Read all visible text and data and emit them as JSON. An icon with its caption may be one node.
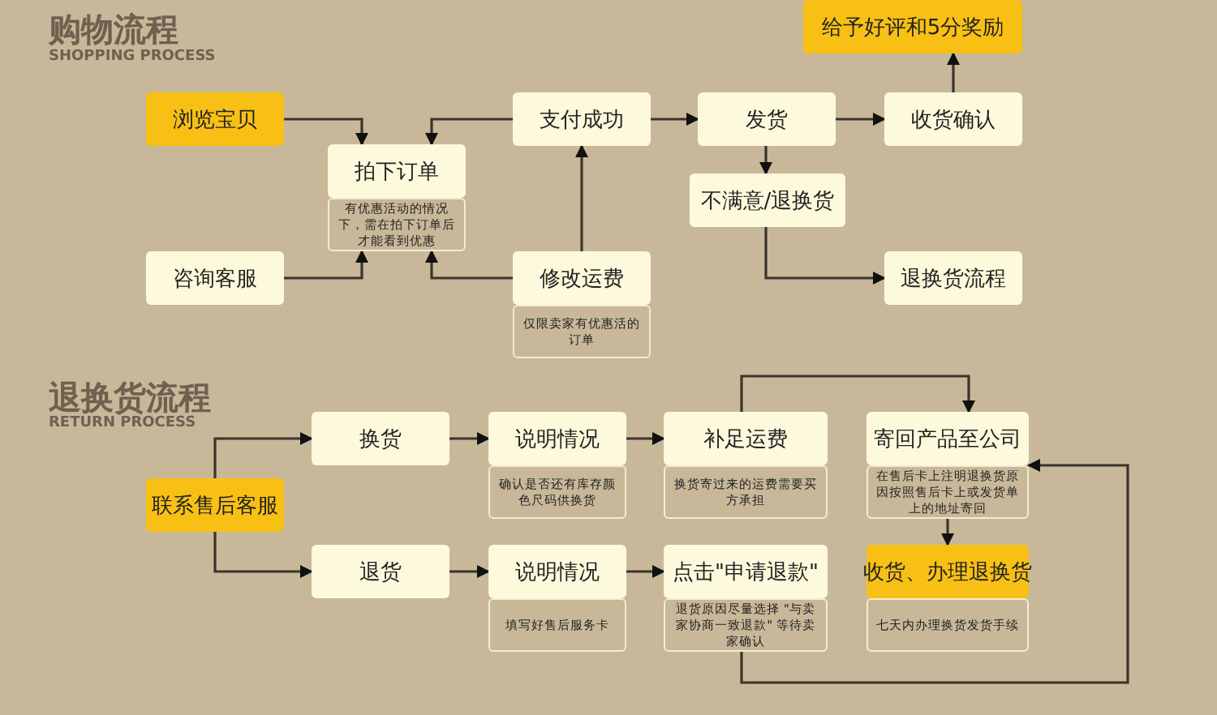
{
  "diagram": {
    "nodes": [
      {
        "text": [
          "浏览宝贝"
        ]
      },
      {
        "text": [
          "拍下订单",
          "有优惠活动的情况下，需在拍下订单后才能看到优惠"
        ]
      },
      {
        "text": [
          "咨询客服"
        ]
      },
      {
        "text": [
          "支付成功"
        ]
      },
      {
        "text": [
          "修改运费",
          "仅限卖家有优惠活的订单"
        ]
      },
      {
        "text": [
          "发货"
        ]
      },
      {
        "text": [
          "收货确认"
        ]
      },
      {
        "text": [
          "给予好评和5分奖励"
        ]
      },
      {
        "text": [
          "不满意/退换货"
        ]
      },
      {
        "text": [
          "退换货流程"
        ]
      },
      {
        "text": [
          "联系售后客服"
        ]
      },
      {
        "text": [
          "换货"
        ]
      },
      {
        "text": [
          "退货"
        ]
      },
      {
        "text": [
          "说明情况",
          "确认是否还有库存颜色尺码供换货"
        ]
      },
      {
        "text": [
          "说明情况",
          "填写好售后服务卡"
        ]
      },
      {
        "text": [
          "补足运费",
          "换货寄过来的运费需要买方承担"
        ]
      },
      {
        "text": [
          "点击\"申请退款\"",
          "退货原因尽量选择 \"与卖家协商一致退款\" 等待卖家确认"
        ]
      },
      {
        "text": [
          "寄回产品至公司",
          "在售后卡上注明退换货原因按照售后卡上或发货单上的地址寄回"
        ]
      },
      {
        "text": [
          "收货、办理退换货",
          "七天内办理换货发货手续"
        ]
      }
    ],
    "edges": [
      {
        "from": 0,
        "to": 1,
        "arrow": "to"
      },
      {
        "from": 3,
        "to": 1,
        "arrow": "to"
      },
      {
        "from": 2,
        "to": 1,
        "arrow": "to"
      },
      {
        "from": 4,
        "to": 1,
        "arrow": "to"
      },
      {
        "from": 4,
        "to": 3,
        "arrow": "to"
      },
      {
        "from": 3,
        "to": 5,
        "arrow": "to"
      },
      {
        "from": 5,
        "to": 6,
        "arrow": "to"
      },
      {
        "from": 6,
        "to": 7,
        "arrow": "to"
      },
      {
        "from": 5,
        "to": 8,
        "arrow": "to"
      },
      {
        "from": 8,
        "to": 9,
        "arrow": "to"
      },
      {
        "from": 10,
        "to": 11,
        "arrow": "to"
      },
      {
        "from": 10,
        "to": 12,
        "arrow": "to"
      },
      {
        "from": 11,
        "to": 13,
        "arrow": "to"
      },
      {
        "from": 12,
        "to": 14,
        "arrow": "to"
      },
      {
        "from": 13,
        "to": 15,
        "arrow": "to"
      },
      {
        "from": 14,
        "to": 16,
        "arrow": "to"
      },
      {
        "from": 15,
        "to": 17,
        "arrow": "to"
      },
      {
        "from": 16,
        "to": 17,
        "arrow": "to"
      },
      {
        "from": 17,
        "to": 18,
        "arrow": "to"
      }
    ],
    "labels": [
      "购物流程",
      "SHOPPING PROCESS",
      "退换货流程",
      "RETURN PROCESS"
    ]
  }
}
